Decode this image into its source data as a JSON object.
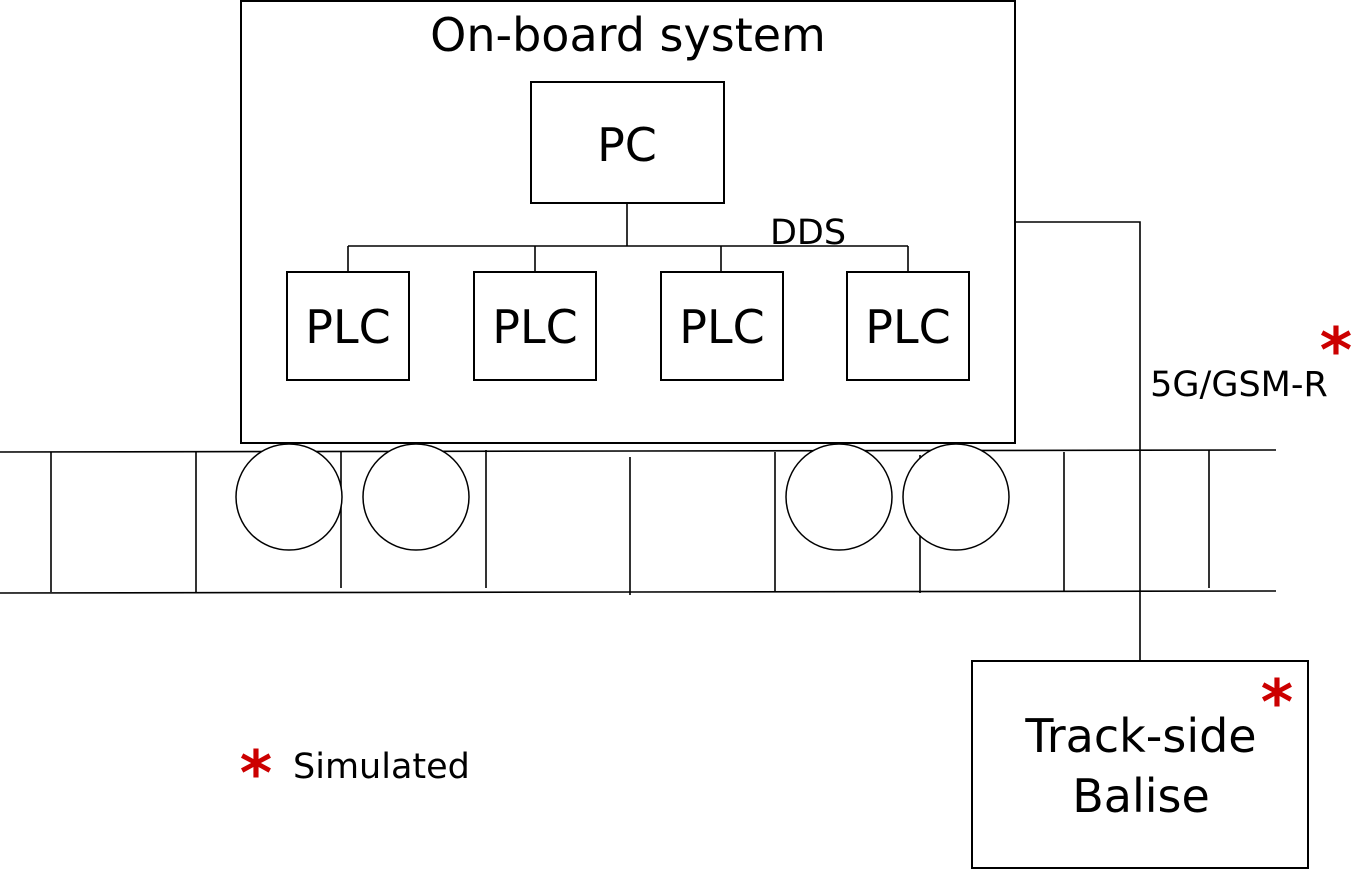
{
  "onboard": {
    "title": "On-board system"
  },
  "pc": {
    "label": "PC"
  },
  "bus": {
    "label": "DDS"
  },
  "plcs": [
    {
      "label": "PLC"
    },
    {
      "label": "PLC"
    },
    {
      "label": "PLC"
    },
    {
      "label": "PLC"
    }
  ],
  "link": {
    "label": "5G/GSM-R",
    "simulated_marker": "*"
  },
  "balise": {
    "line1": "Track-side",
    "line2": "Balise",
    "simulated_marker": "*"
  },
  "legend": {
    "marker": "*",
    "label": "Simulated"
  },
  "colors": {
    "simulated_marker": "#cc0000",
    "stroke": "#000000"
  }
}
